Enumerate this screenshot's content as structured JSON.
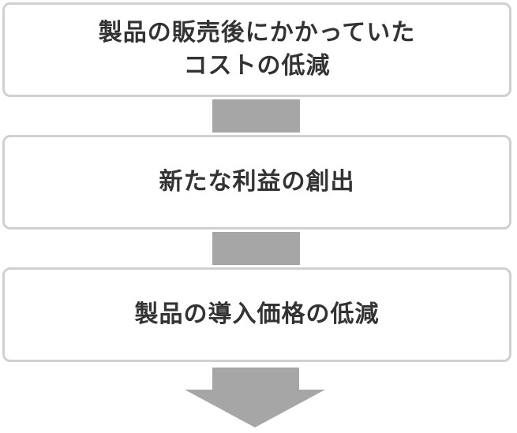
{
  "steps": [
    {
      "lines": [
        "製品の販売後にかかっていた",
        "コストの低減"
      ]
    },
    {
      "lines": [
        "新たな利益の創出"
      ]
    },
    {
      "lines": [
        "製品の導入価格の低減"
      ]
    }
  ],
  "colors": {
    "box_border": "#d0d0d0",
    "arrow": "#a6a6a6",
    "text": "#333333"
  }
}
